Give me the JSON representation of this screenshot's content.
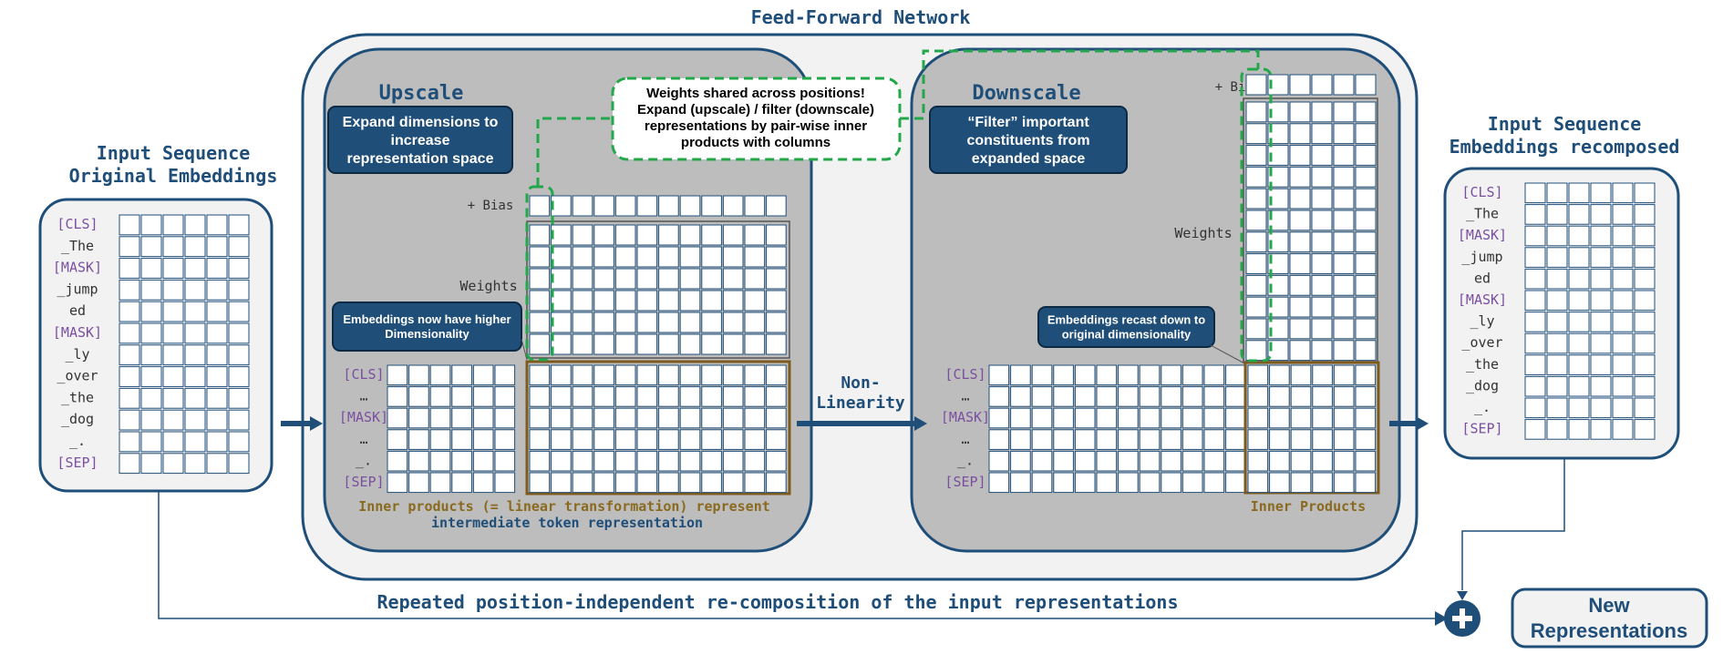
{
  "titles": {
    "ffn": "Feed-Forward Network",
    "input_line1": "Input Sequence",
    "input_line2": "Original Embeddings",
    "output_line1": "Input Sequence",
    "output_line2": "Embeddings recomposed",
    "upscale": "Upscale",
    "downscale": "Downscale"
  },
  "input_tokens": [
    "[CLS]",
    "_The",
    "[MASK]",
    "_jump",
    "ed",
    "[MASK]",
    "_ly",
    "_over",
    "_the",
    "_dog",
    "_.",
    "[SEP]"
  ],
  "output_tokens": [
    "[CLS]",
    "_The",
    "[MASK]",
    "_jump",
    "ed",
    "[MASK]",
    "_ly",
    "_over",
    "_the",
    "_dog",
    "_.",
    "[SEP]"
  ],
  "mid_tokens": [
    "[CLS]",
    "…",
    "[MASK]",
    "…",
    "_.",
    "[SEP]"
  ],
  "special_tokens": [
    "[CLS]",
    "[MASK]",
    "[SEP]"
  ],
  "labels": {
    "bias": "+ Bias",
    "weights": "Weights",
    "non_linearity_1": "Non-",
    "non_linearity_2": "Linearity",
    "inner_products_1": "Inner products (= linear transformation) represent",
    "inner_products_2": "intermediate token representation",
    "inner_products_short": "Inner Products",
    "bottom_caption": "Repeated position-independent re-composition of the input representations",
    "new_repr_1": "New",
    "new_repr_2": "Representations"
  },
  "callouts": {
    "expand": [
      "Expand dimensions to",
      "increase",
      "representation space"
    ],
    "filter": [
      "“Filter” important",
      "constituents from",
      "expanded space"
    ],
    "higher_dim": [
      "Embeddings now have higher",
      "Dimensionality"
    ],
    "recast": [
      "Embeddings recast down to",
      "original dimensionality"
    ],
    "shared": [
      "Weights shared across positions!",
      "Expand (upscale)  / filter  (downscale)",
      "representations by pair-wise inner",
      "products with columns"
    ]
  },
  "colors": {
    "navy": "#1f4e79",
    "panel_gray": "#bdbdbd",
    "outer_bg": "#f2f2f2",
    "brown": "#7f5a1e",
    "brown_text": "#8a6a1f",
    "green_dash": "#22a84a",
    "purple": "#7b4fa0",
    "token_dark": "#333333"
  },
  "icons": {
    "plus": "plus-circle-icon"
  }
}
